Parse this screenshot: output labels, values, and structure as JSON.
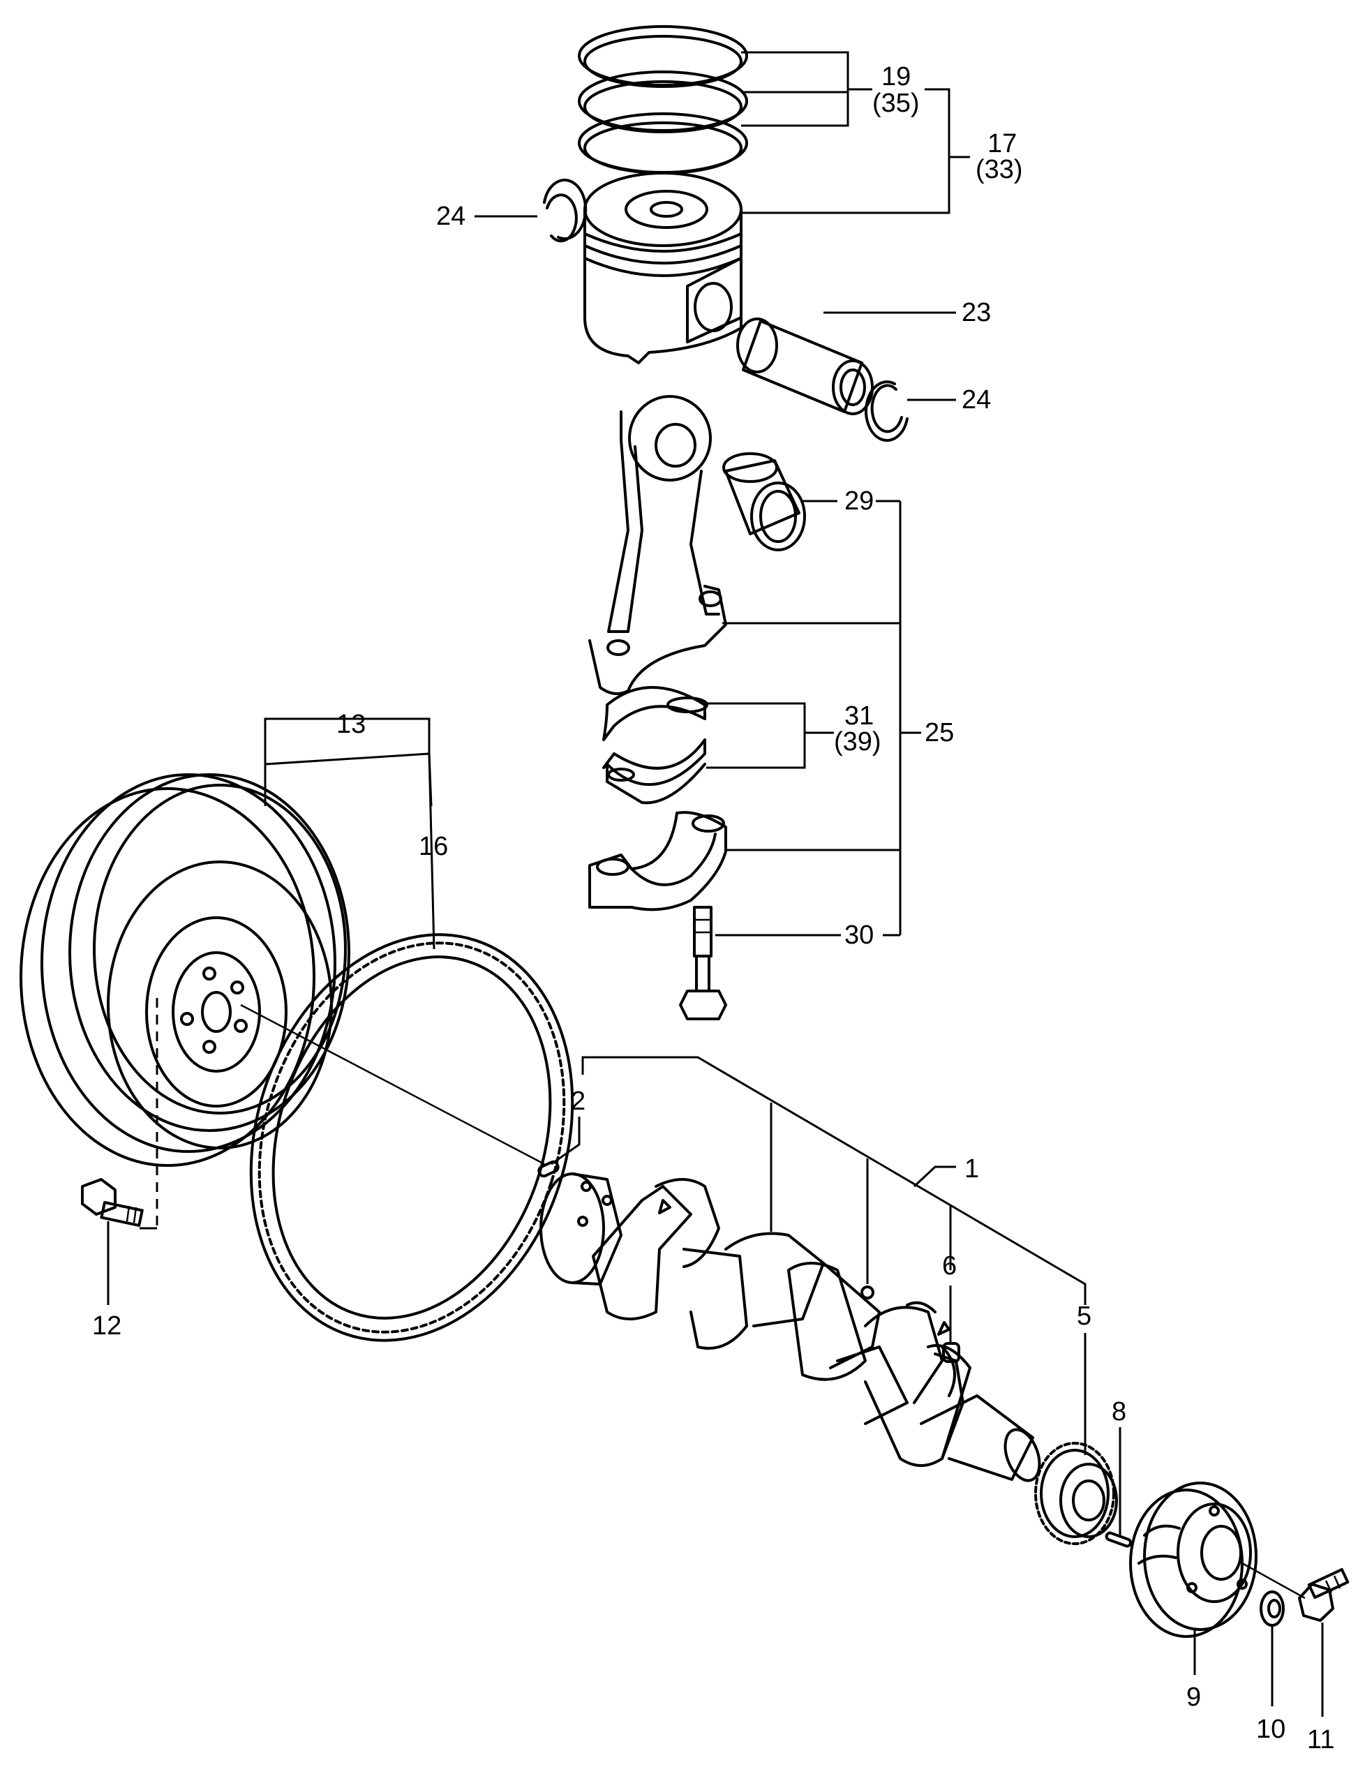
{
  "callouts": {
    "c1": "1",
    "c2": "2",
    "c5": "5",
    "c6": "6",
    "c8": "8",
    "c9": "9",
    "c10": "10",
    "c11": "11",
    "c12": "12",
    "c13": "13",
    "c16": "16",
    "c17": "17",
    "c17b": "(33)",
    "c19": "19",
    "c19b": "(35)",
    "c23": "23",
    "c24a": "24",
    "c24b": "24",
    "c25": "25",
    "c29": "29",
    "c30": "30",
    "c31": "31",
    "c31b": "(39)"
  }
}
